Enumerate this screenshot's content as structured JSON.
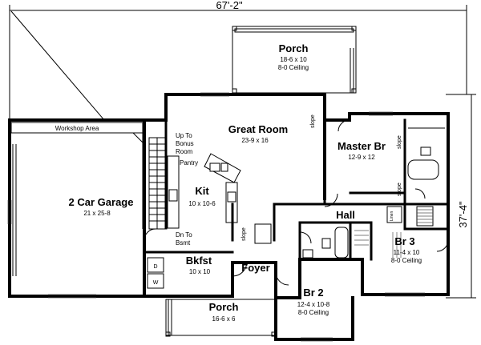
{
  "dimensions": {
    "width": "67'-2\"",
    "depth": "37'-4\""
  },
  "rooms": {
    "porch_top": {
      "name": "Porch",
      "size": "18-6 x 10",
      "ceiling": "8-0 Ceiling"
    },
    "great_room": {
      "name": "Great Room",
      "size": "23-9 x 16"
    },
    "master_br": {
      "name": "Master Br",
      "size": "12-9 x 12"
    },
    "garage": {
      "name": "2 Car Garage",
      "size": "21 x 25-8"
    },
    "kit": {
      "name": "Kit",
      "size": "10 x 10-6"
    },
    "hall": {
      "name": "Hall"
    },
    "br3": {
      "name": "Br 3",
      "size": "11-4 x 10",
      "ceiling": "8-0 Ceiling"
    },
    "bkfst": {
      "name": "Bkfst",
      "size": "10 x 10"
    },
    "foyer": {
      "name": "Foyer"
    },
    "br2": {
      "name": "Br 2",
      "size": "12-4 x 10-8",
      "ceiling": "8-0 Ceiling"
    },
    "porch_bottom": {
      "name": "Porch",
      "size": "16-6 x 6"
    }
  },
  "notes": {
    "workshop": "Workshop Area",
    "up_bonus": [
      "Up To",
      "Bonus",
      "Room"
    ],
    "pantry": "Pantry",
    "dn_bsmt": [
      "Dn To",
      "Bsmt"
    ],
    "slope": "slope",
    "linen": "Linen",
    "d": "D",
    "w": "W"
  }
}
